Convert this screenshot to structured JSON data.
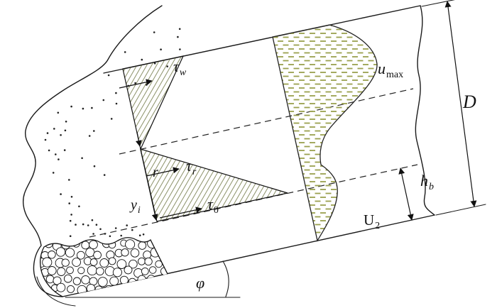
{
  "figure": {
    "labels": {
      "tau_w": {
        "base": "τ",
        "sub": "w"
      },
      "tau_r": {
        "base": "τ",
        "sub": "r"
      },
      "tau_0": {
        "base": "τ",
        "sub": "0"
      },
      "u_max": {
        "base": "u",
        "sub": "max"
      },
      "U_2": {
        "base": "U",
        "sub": "2"
      },
      "h_b": {
        "base": "h",
        "sub": "b"
      },
      "y_i": {
        "base": "y",
        "sub": "i"
      },
      "r": {
        "base": "r",
        "sub": ""
      },
      "D": {
        "base": "D",
        "sub": ""
      },
      "phi": {
        "base": "φ",
        "sub": ""
      }
    },
    "colors": {
      "line": "#1a1a1a",
      "hatch_diagonal": "#8b9168",
      "hatch_dash": "#9aa04e",
      "background": "#ffffff"
    }
  }
}
